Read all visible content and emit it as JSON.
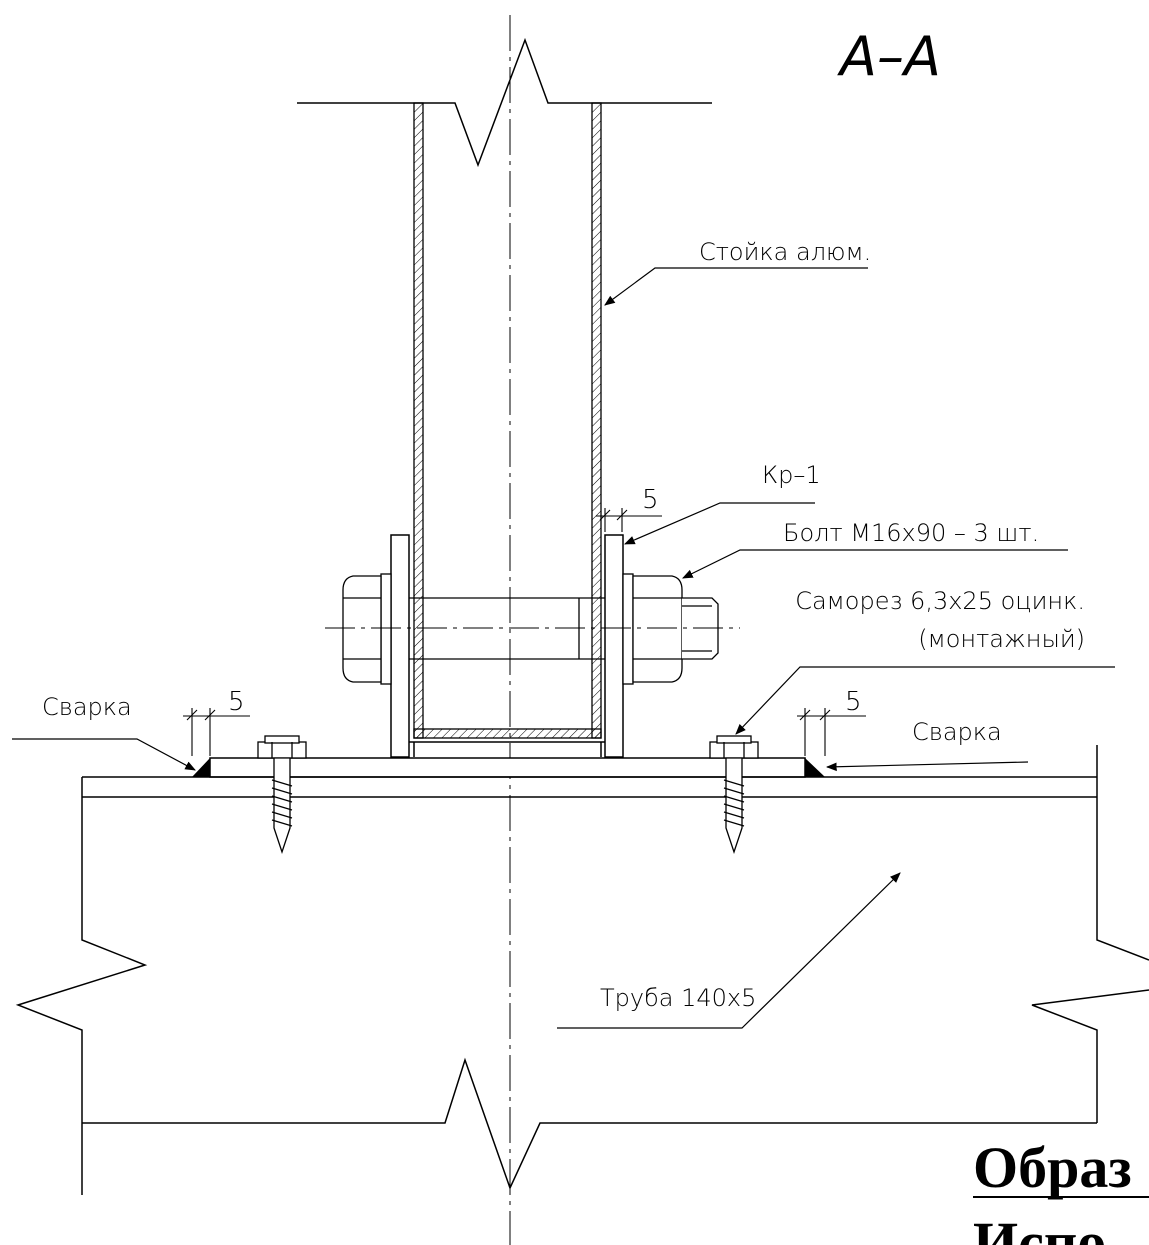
{
  "title": "А–А",
  "labels": {
    "post": "Стойка алюм.",
    "bracket": "Кр–1",
    "bolt": "Болт М16х90 – 3 шт.",
    "screw_line1": "Саморез 6,3х25 оцинк.",
    "screw_line2": "(монтажный)",
    "weld_left": "Сварка",
    "weld_right": "Сварка",
    "pipe": "Труба 140х5"
  },
  "dimensions": {
    "bracket_gap": "5",
    "weld_left": "5",
    "weld_right": "5"
  },
  "stamp": {
    "line1": "Образ",
    "line2": "Испо"
  }
}
